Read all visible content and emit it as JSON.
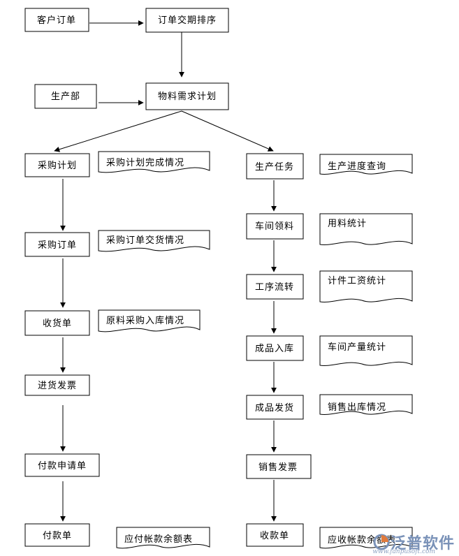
{
  "nodes": {
    "customer_order": "客户订单",
    "order_due_sort": "订单交期排序",
    "production_dept": "生产部",
    "mrp": "物料需求计划",
    "purchase_plan": "采购计划",
    "purchase_order": "采购订单",
    "receipt": "收货单",
    "purchase_invoice": "进货发票",
    "payment_request": "付款申请单",
    "payment": "付款单",
    "production_task": "生产任务",
    "workshop_pick": "车间领料",
    "process_flow": "工序流转",
    "finished_in": "成品入库",
    "finished_ship": "成品发货",
    "sales_invoice": "销售发票",
    "collection": "收款单"
  },
  "reports": {
    "purchase_plan_status": "采购计划完成情况",
    "purchase_order_delivery": "采购订单交货情况",
    "raw_material_in": "原料采购入库情况",
    "payable_balance": "应付帐款余额表",
    "production_progress": "生产进度查询",
    "material_stats": "用料统计",
    "piece_wage_stats": "计件工资统计",
    "workshop_output_stats": "车间产量统计",
    "sales_out_status": "销售出库情况",
    "receivable_balance": "应收帐款余额表"
  },
  "watermark": {
    "brand": "泛普软件",
    "url": "www.fanpusoft.com"
  }
}
